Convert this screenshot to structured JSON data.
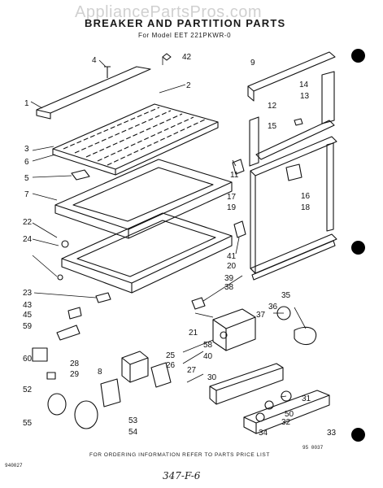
{
  "header": {
    "watermark": "AppliancePartsPros.com",
    "title": "BREAKER AND PARTITION PARTS",
    "subtitle": "For Model EET 221PKWR-0"
  },
  "footer": {
    "instruction": "FOR ORDERING INFORMATION REFER TO PARTS PRICE LIST",
    "ref_code": "95 0037",
    "page_code": "940027",
    "handwritten_note": "347-F-6"
  },
  "callouts": {
    "c1": "1",
    "c2": "2",
    "c3": "3",
    "c4": "4",
    "c5": "5",
    "c6": "6",
    "c7": "7",
    "c8": "8",
    "c9": "9",
    "c11": "11",
    "c12": "12",
    "c13": "13",
    "c14": "14",
    "c15": "15",
    "c16": "16",
    "c17": "17",
    "c18": "18",
    "c19": "19",
    "c20": "20",
    "c21": "21",
    "c22": "22",
    "c23": "23",
    "c24": "24",
    "c25": "25",
    "c26": "26",
    "c27": "27",
    "c28": "28",
    "c29": "29",
    "c30": "30",
    "c31": "31",
    "c32": "32",
    "c33": "33",
    "c34": "34",
    "c35": "35",
    "c36": "36",
    "c37": "37",
    "c38": "38",
    "c39": "39",
    "c40": "40",
    "c41": "41",
    "c42": "42",
    "c43": "43",
    "c45": "45",
    "c50": "50",
    "c52": "52",
    "c53": "53",
    "c54": "54",
    "c55": "55",
    "c58": "58",
    "c59": "59",
    "c60": "60"
  }
}
